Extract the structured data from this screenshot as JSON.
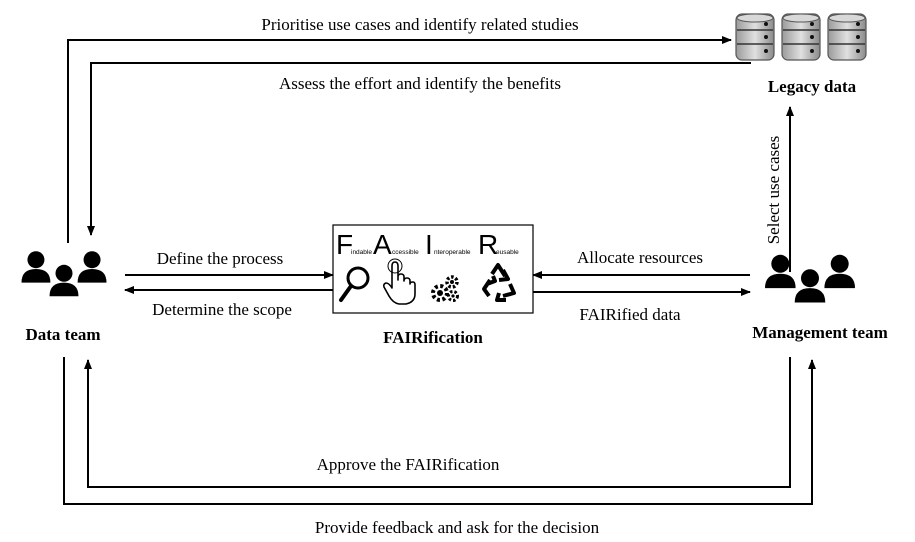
{
  "nodes": {
    "legacy_data": "Legacy data",
    "data_team": "Data team",
    "management_team": "Management team",
    "fairification": "FAIRification"
  },
  "fair_letters": [
    {
      "letter": "F",
      "rest": "indable"
    },
    {
      "letter": "A",
      "rest": "ccessible"
    },
    {
      "letter": "I",
      "rest": "nteroperable"
    },
    {
      "letter": "R",
      "rest": "eusable"
    }
  ],
  "edges": {
    "prioritise": "Prioritise use cases and identify related studies",
    "assess": "Assess the effort and identify the benefits",
    "select": "Select use cases",
    "define": "Define the process",
    "scope": "Determine the scope",
    "allocate": "Allocate resources",
    "fairified": "FAIRified data",
    "approve": "Approve the FAIRification",
    "feedback": "Provide feedback and ask for the decision"
  },
  "icons": [
    "database-icon",
    "people-icon",
    "magnifier-icon",
    "pointer-hand-icon",
    "gears-icon",
    "recycle-icon"
  ]
}
